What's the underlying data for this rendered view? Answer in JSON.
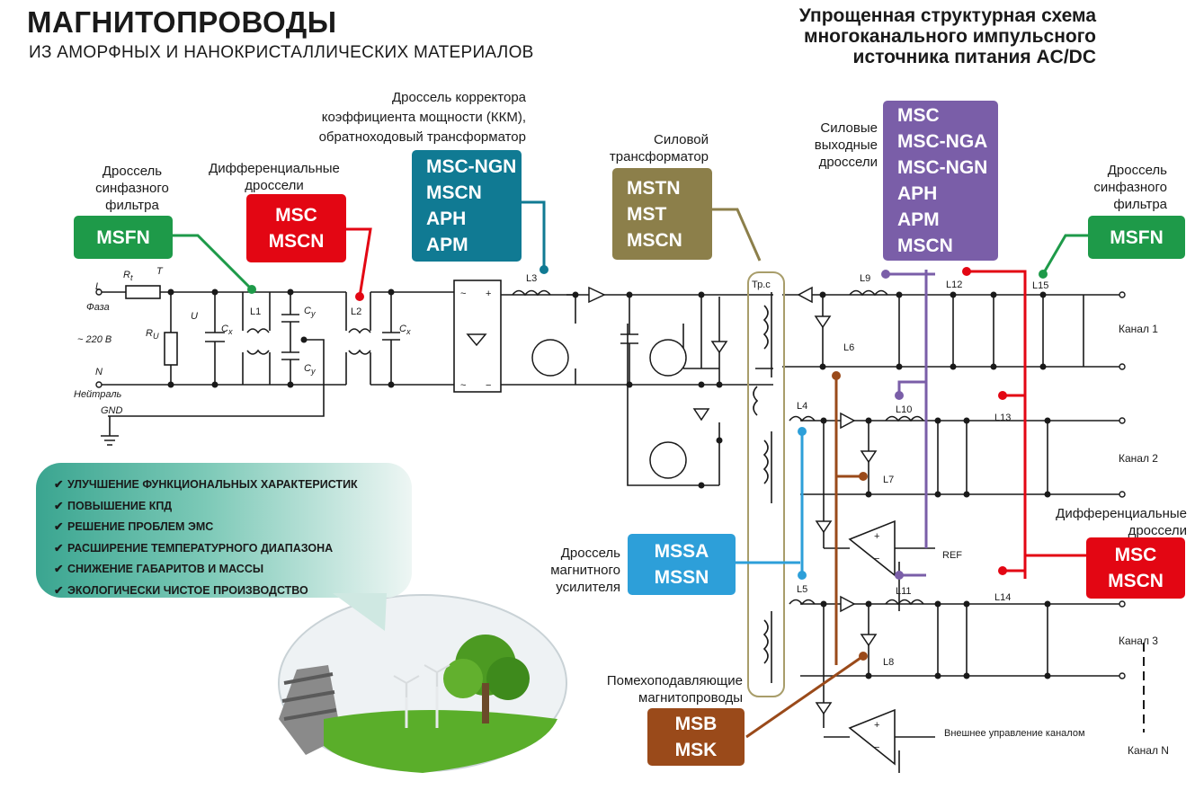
{
  "title": "МАГНИТОПРОВОДЫ",
  "subtitle": "ИЗ АМОРФНЫХ И НАНОКРИСТАЛЛИЧЕСКИХ МАТЕРИАЛОВ",
  "scheme_title": [
    "Упрощенная структурная схема",
    "многоканального импульсного",
    "источника питания AC/DC"
  ],
  "colors": {
    "green": "#1e9a49",
    "red": "#e30613",
    "teal": "#107a93",
    "olive": "#8c7f4a",
    "violet": "#7a5ea8",
    "blue": "#2d9fd9",
    "brown": "#9a4a1a"
  },
  "callouts": {
    "cm_filter_left": {
      "caption": [
        "Дроссель",
        "синфазного",
        "фильтра"
      ],
      "products": [
        "MSFN"
      ]
    },
    "diff_left": {
      "caption": [
        "Дифференциальные",
        "дроссели"
      ],
      "products": [
        "MSC",
        "MSCN"
      ]
    },
    "pfc": {
      "caption": [
        "Дроссель корректора",
        "коэффициента мощности (ККМ),",
        "обратноходовый трансформатор"
      ],
      "products": [
        "MSC-NGN",
        "MSCN",
        "APH",
        "APM"
      ]
    },
    "power_tr": {
      "caption": [
        "Силовой",
        "трансформатор"
      ],
      "products": [
        "MSTN",
        "MST",
        "MSCN"
      ]
    },
    "output_chokes": {
      "caption": [
        "Силовые",
        "выходные",
        "дроссели"
      ],
      "products": [
        "MSC",
        "MSC-NGA",
        "MSC-NGN",
        "APH",
        "APM",
        "MSCN"
      ]
    },
    "cm_filter_right": {
      "caption": [
        "Дроссель",
        "синфазного",
        "фильтра"
      ],
      "products": [
        "MSFN"
      ]
    },
    "diff_right": {
      "caption": [
        "Дифференциальные",
        "дроссели"
      ],
      "products": [
        "MSC",
        "MSCN"
      ]
    },
    "mag_amp": {
      "caption": [
        "Дроссель",
        "магнитного",
        "усилителя"
      ],
      "products": [
        "MSSA",
        "MSSN"
      ]
    },
    "suppress": {
      "caption": [
        "Помехоподавляющие",
        "магнитопроводы"
      ],
      "products": [
        "MSB",
        "MSK"
      ]
    }
  },
  "benefits": [
    "УЛУЧШЕНИЕ ФУНКЦИОНАЛЬНЫХ ХАРАКТЕРИСТИК",
    "ПОВЫШЕНИЕ КПД",
    "РЕШЕНИЕ ПРОБЛЕМ ЭМС",
    "РАСШИРЕНИЕ ТЕМПЕРАТУРНОГО ДИАПАЗОНА",
    "СНИЖЕНИЕ ГАБАРИТОВ И МАССЫ",
    "ЭКОЛОГИЧЕСКИ ЧИСТОЕ ПРОИЗВОДСТВО"
  ],
  "check_icon": "check-icon",
  "circuit": {
    "inputs": {
      "L": "L",
      "phase": "Фаза",
      "voltage": "~ 220 В",
      "N": "N",
      "neutral": "Нейтраль",
      "gnd": "GND"
    },
    "components": {
      "rt": "R",
      "rt_sub": "t",
      "t": "T",
      "ru": "R",
      "ru_sub": "U",
      "u": "U",
      "cx": "C",
      "cx_sub": "x",
      "cy": "C",
      "cy_sub": "y",
      "L1": "L1",
      "L2": "L2",
      "L3": "L3",
      "L4": "L4",
      "L5": "L5",
      "L6": "L6",
      "L7": "L7",
      "L8": "L8",
      "L9": "L9",
      "L10": "L10",
      "L11": "L11",
      "L12": "L12",
      "L13": "L13",
      "L14": "L14",
      "L15": "L15",
      "trc": "Тр.с"
    },
    "channels": [
      "Канал 1",
      "Канал 2",
      "Канал 3",
      "Канал N"
    ],
    "ref": "REF",
    "ext_control": "Внешнее управление каналом"
  }
}
